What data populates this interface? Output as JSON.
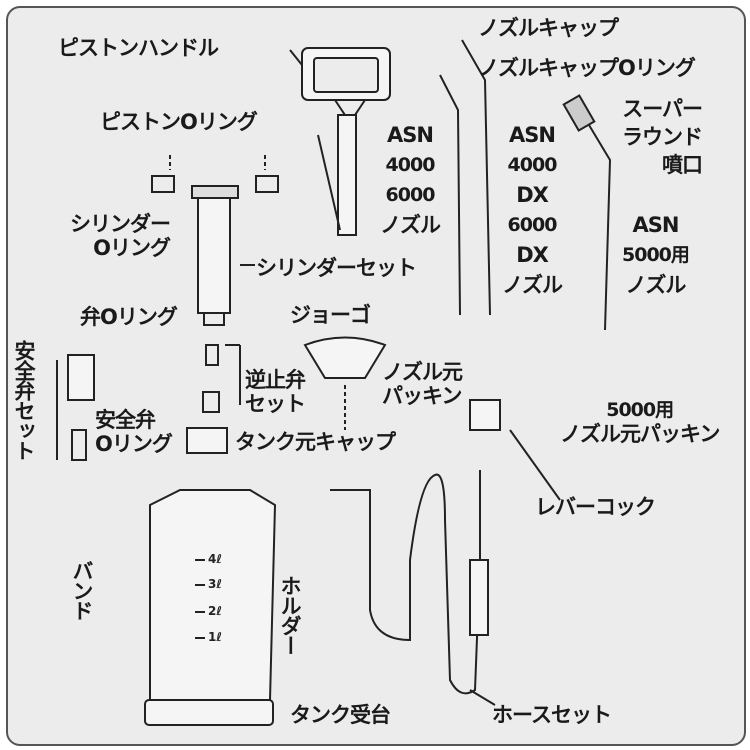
{
  "labels": {
    "piston_handle": "ピストンハンドル",
    "nozzle_cap": "ノズルキャップ",
    "nozzle_cap_oring": "ノズルキャップOリング",
    "piston_oring": "ピストンOリング",
    "asn_nozzle_a": [
      "ASN",
      "4000",
      "6000",
      "ノズル"
    ],
    "asn_nozzle_dx": [
      "ASN",
      "4000",
      "DX",
      "6000",
      "DX",
      "ノズル"
    ],
    "super_round": [
      "スーパー",
      "ラウンド",
      "噴口"
    ],
    "asn5000_nozzle": [
      "ASN",
      "5000用",
      "ノズル"
    ],
    "cylinder_oring": [
      "シリンダー",
      "Oリング"
    ],
    "cylinder_set": "シリンダーセット",
    "valve_oring": "弁Oリング",
    "funnel": "ジョーゴ",
    "check_valve_set": [
      "逆止弁",
      "セット"
    ],
    "nozzle_base_packing": [
      "ノズル元",
      "パッキン"
    ],
    "safety_valve_set": "安全弁セット",
    "safety_valve_oring": [
      "安全弁",
      "Oリング"
    ],
    "packing_5000": [
      "5000用",
      "ノズル元パッキン"
    ],
    "tank_cap": "タンク元キャップ",
    "lever_cock": "レバーコック",
    "band": "バンド",
    "holder": "ホルダー",
    "tank_base": "タンク受台",
    "hose_set": "ホースセット"
  },
  "tank_scale": [
    "4ℓ",
    "3ℓ",
    "2ℓ",
    "1ℓ"
  ]
}
